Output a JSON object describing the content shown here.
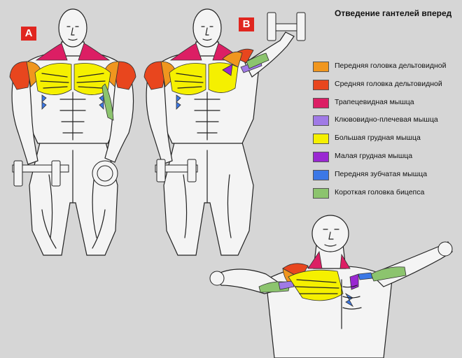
{
  "title": "Отведение гантелей вперед",
  "badges": {
    "a": "A",
    "b": "B"
  },
  "legend": [
    {
      "color": "#f0961e",
      "label": "Передняя головка дельтовидной"
    },
    {
      "color": "#e8461e",
      "label": "Средняя головка дельтовидной"
    },
    {
      "color": "#dc1e64",
      "label": "Трапецевидная мышца"
    },
    {
      "color": "#a07ae6",
      "label": "Клювовидно-плечевая мышца"
    },
    {
      "color": "#f5f000",
      "label": "Большая грудная мышца"
    },
    {
      "color": "#9a28d2",
      "label": "Малая грудная мышца"
    },
    {
      "color": "#3c78e6",
      "label": "Передняя зубчатая мышца"
    },
    {
      "color": "#8cc46e",
      "label": "Короткая головка бицепса"
    }
  ]
}
